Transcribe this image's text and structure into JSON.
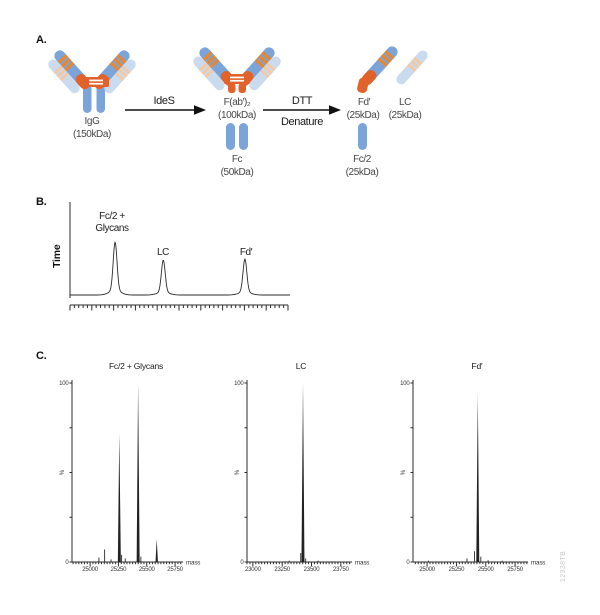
{
  "a": {
    "label": "A.",
    "igg": {
      "name": "IgG",
      "mass": "(150kDa)"
    },
    "ides_label": "IdeS",
    "fab2": {
      "name": "F(ab′)₂",
      "mass": "(100kDa)"
    },
    "fc": {
      "name": "Fc",
      "mass": "(50kDa)"
    },
    "dtt_label": "DTT",
    "denature_label": "Denature",
    "fd": {
      "name": "Fd′",
      "mass": "(25kDa)"
    },
    "lc": {
      "name": "LC",
      "mass": "(25kDa)"
    },
    "fc2": {
      "name": "Fc/2",
      "mass": "(25kDa)"
    }
  },
  "b": {
    "label": "B."
  },
  "c": {
    "label": "C."
  },
  "watermark": "12338TB",
  "colors": {
    "heavy_chain_blue": "#7ba4d9",
    "light_chain_blue": "#cadbf0",
    "hinge_orange": "#e2622b",
    "heavy_stripe_orange": "#e8872f",
    "light_stripe_orange": "#f3c9a2",
    "trace_black": "#2b2b2b",
    "watermark_gray": "#c9c9c9"
  },
  "chart_data": [
    {
      "id": "separation-chromatogram",
      "type": "line",
      "y_axis_label": "Time",
      "x_axis": "unlabeled tick axis",
      "legend": "none",
      "peaks": [
        {
          "label": "Fc/2 +\nGlycans",
          "x_frac": 0.205,
          "rel_height": 100
        },
        {
          "label": "LC",
          "x_frac": 0.424,
          "rel_height": 66
        },
        {
          "label": "Fd′",
          "x_frac": 0.795,
          "rel_height": 68
        }
      ]
    },
    {
      "id": "mass-spectrum-fc2-glycans",
      "type": "line",
      "title": "Fc/2 + Glycans",
      "xlabel": "mass",
      "ylabel": "%",
      "ylim": [
        0,
        100
      ],
      "xlim": [
        24840,
        25820
      ],
      "xticks": [
        25000,
        25250,
        25500,
        25750
      ],
      "yticks": [
        100,
        0
      ],
      "peaks": [
        [
          25078,
          2.5
        ],
        [
          25128,
          7
        ],
        [
          25185,
          1.5
        ],
        [
          25258,
          72
        ],
        [
          25278,
          4
        ],
        [
          25310,
          2
        ],
        [
          25424,
          100
        ],
        [
          25448,
          3
        ],
        [
          25588,
          13
        ]
      ]
    },
    {
      "id": "mass-spectrum-lc",
      "type": "line",
      "title": "LC",
      "xlabel": "mass",
      "ylabel": "%",
      "ylim": [
        0,
        100
      ],
      "xlim": [
        22950,
        23845
      ],
      "xticks": [
        23000,
        23250,
        23500,
        23750
      ],
      "yticks": [
        100,
        0
      ],
      "peaks": [
        [
          23310,
          0.8
        ],
        [
          23408,
          5
        ],
        [
          23427,
          100
        ],
        [
          23450,
          2
        ],
        [
          23556,
          0.8
        ]
      ]
    },
    {
      "id": "mass-spectrum-fd",
      "type": "line",
      "title": "Fd′",
      "xlabel": "mass",
      "ylabel": "%",
      "ylim": [
        0,
        100
      ],
      "xlim": [
        24880,
        25860
      ],
      "xticks": [
        25000,
        25250,
        25500,
        25750
      ],
      "yticks": [
        100,
        0
      ],
      "peaks": [
        [
          25012,
          0.8
        ],
        [
          25340,
          2
        ],
        [
          25404,
          6
        ],
        [
          25432,
          94
        ],
        [
          25458,
          3
        ],
        [
          25520,
          1
        ],
        [
          25640,
          0.8
        ]
      ]
    }
  ]
}
